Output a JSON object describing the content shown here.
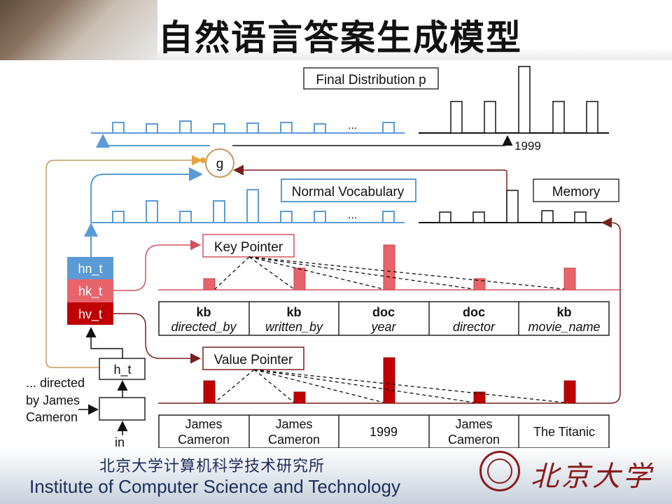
{
  "header": {
    "title": "自然语言答案生成模型"
  },
  "labels": {
    "final_distribution": "Final Distribution p",
    "year_1999": "1999",
    "gate": "g",
    "normal_vocabulary": "Normal Vocabulary",
    "memory": "Memory",
    "ellipsis": "...",
    "key_pointer": "Key Pointer",
    "value_pointer": "Value Pointer",
    "hn": "hn_t",
    "hk": "hk_t",
    "hv": "hv_t",
    "ht": "h_t",
    "input_line1": "... directed",
    "input_line2": "by James",
    "input_line3": "Cameron",
    "in": "in"
  },
  "key_table": [
    {
      "type": "kb",
      "name": "directed_by"
    },
    {
      "type": "kb",
      "name": "written_by"
    },
    {
      "type": "doc",
      "name": "year"
    },
    {
      "type": "doc",
      "name": "director"
    },
    {
      "type": "kb",
      "name": "movie_name"
    }
  ],
  "value_table": [
    {
      "line1": "James",
      "line2": "Cameron"
    },
    {
      "line1": "James",
      "line2": "Cameron"
    },
    {
      "line1": "1999",
      "line2": ""
    },
    {
      "line1": "James",
      "line2": "Cameron"
    },
    {
      "line1": "The Titanic",
      "line2": ""
    }
  ],
  "footer": {
    "institute_cn": "北京大学计算机科学技术研究所",
    "institute_en": "Institute of Computer Science and Technology",
    "university": "北京大学"
  },
  "colors": {
    "blue": "#5b9bd5",
    "pink": "#e8646b",
    "darkred": "#c00000",
    "maroon": "#7a1f1f",
    "orange": "#e8a33c",
    "tan": "#c79a5a"
  }
}
